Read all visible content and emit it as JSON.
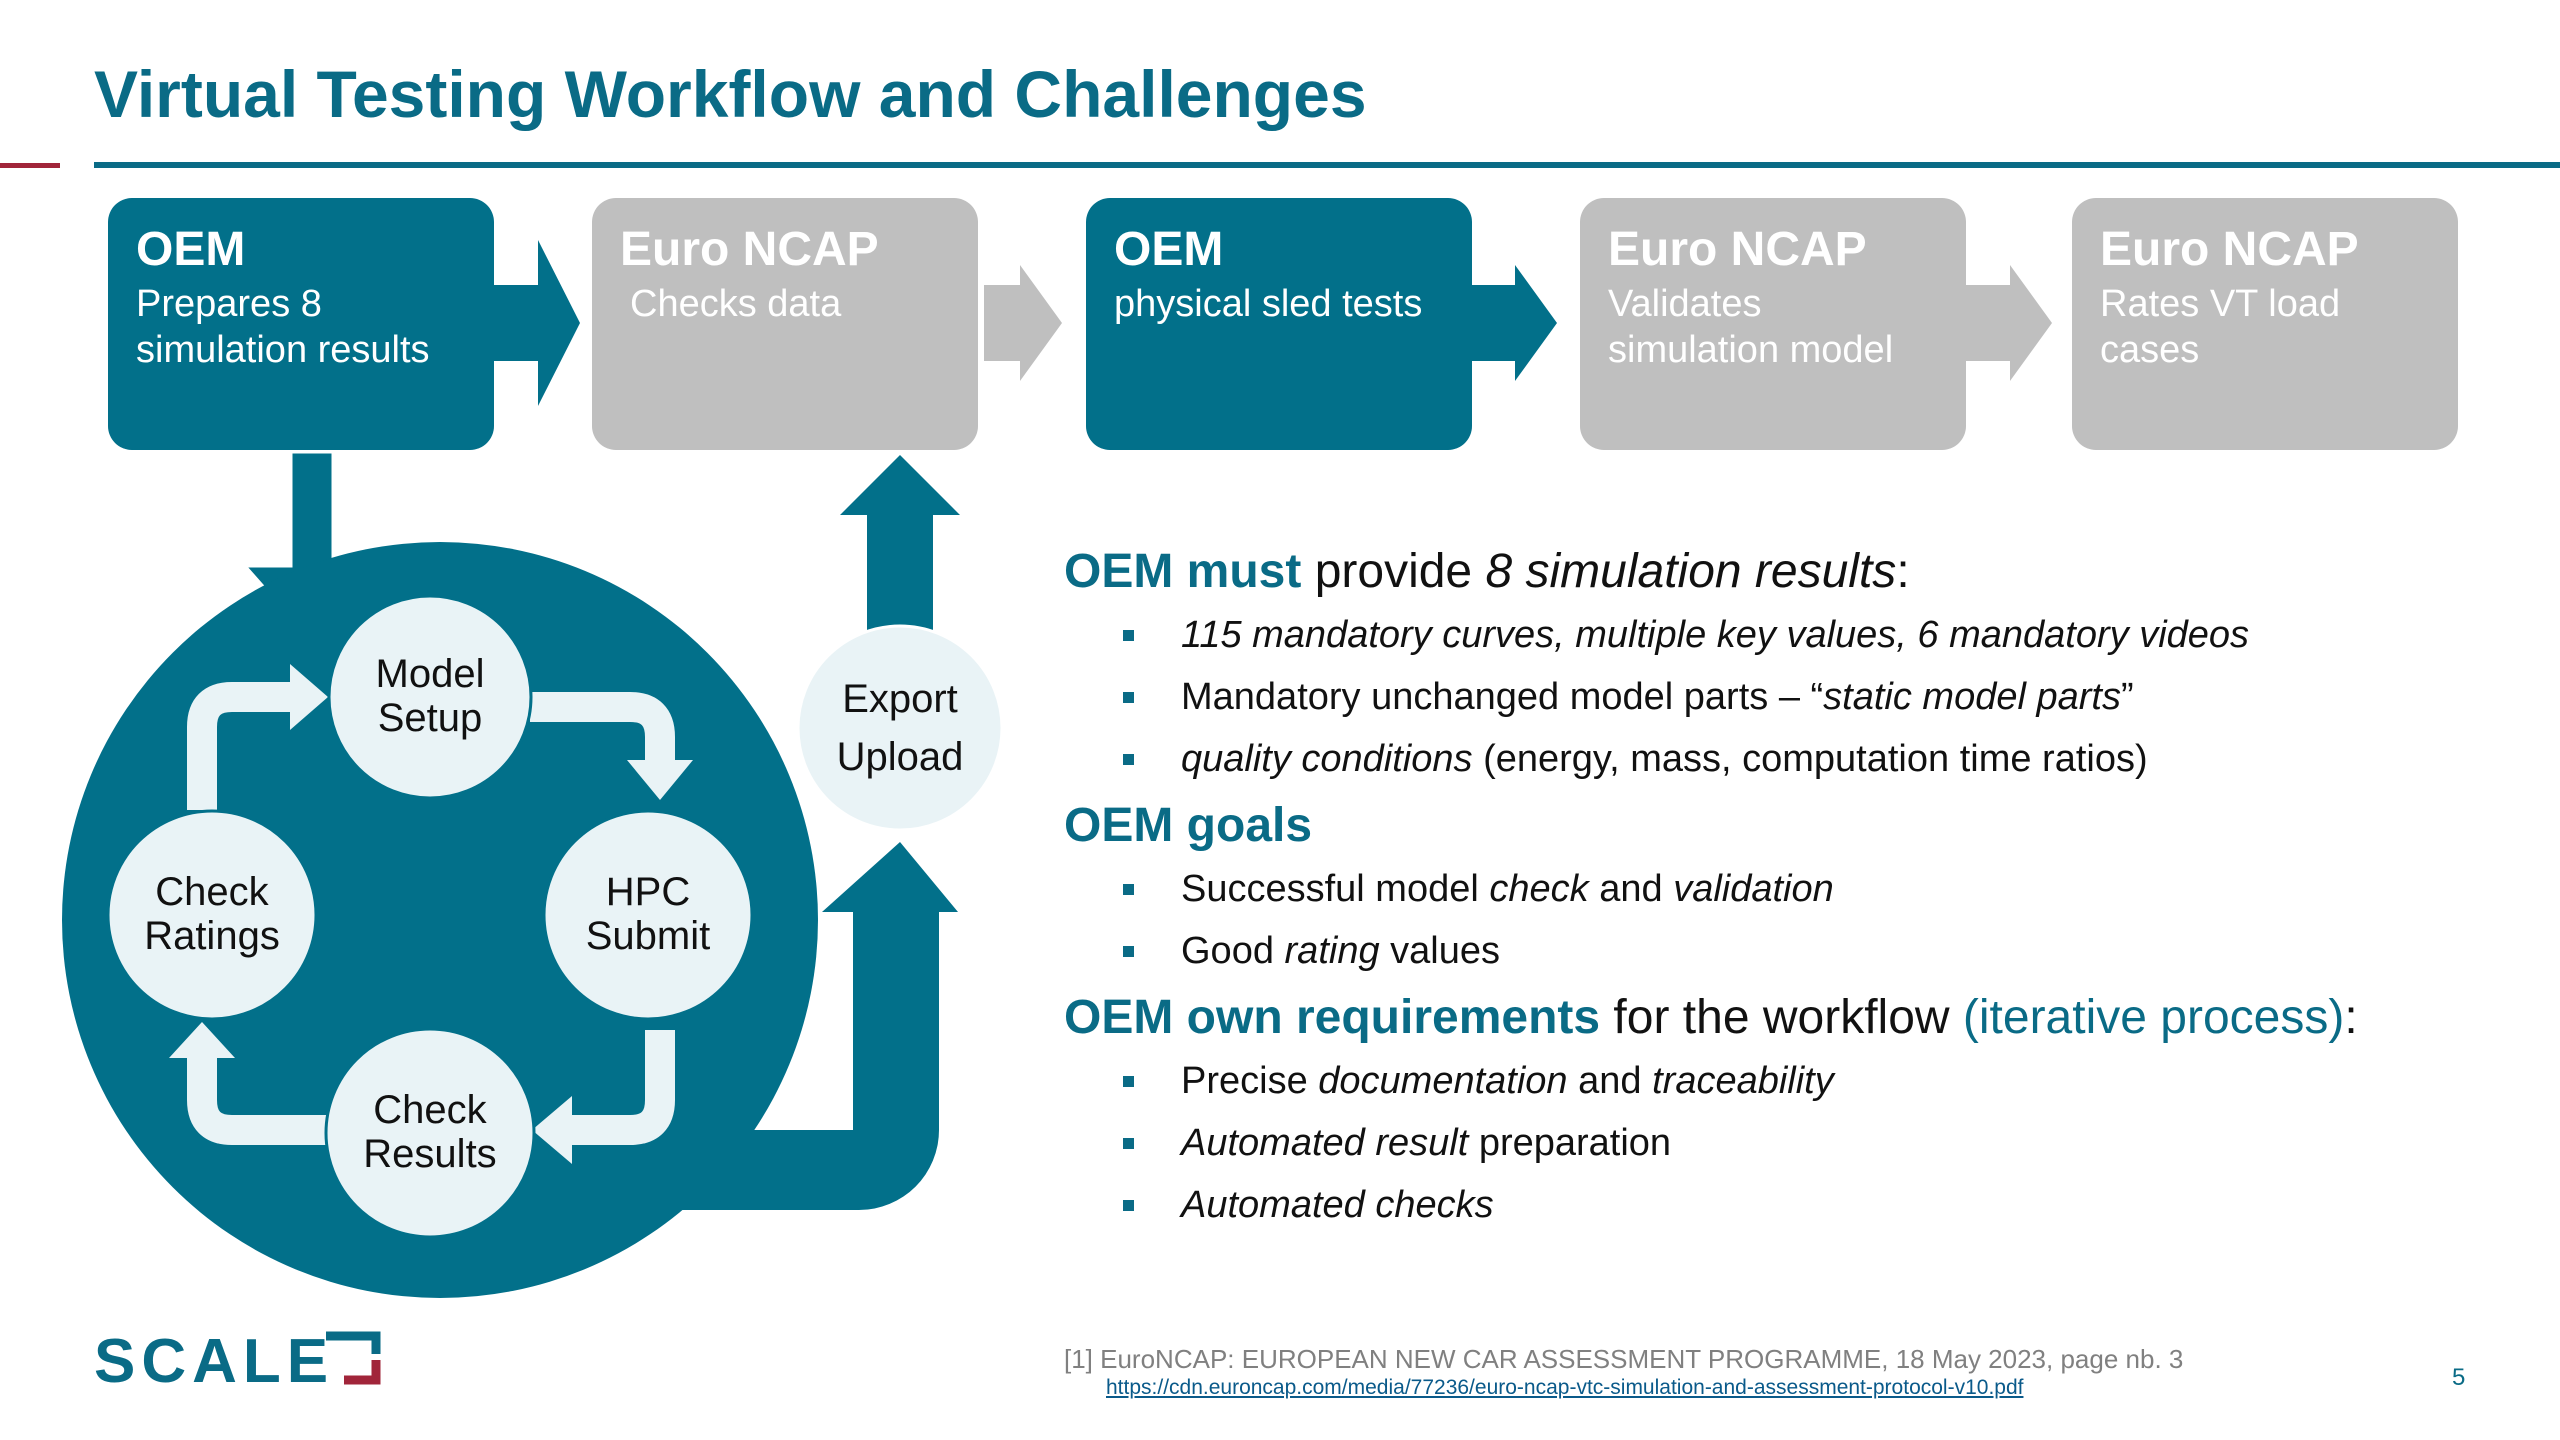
{
  "title": "Virtual Testing Workflow and Challenges",
  "process": [
    {
      "who": "OEM",
      "what": "Prepares 8 simulation results"
    },
    {
      "who": "Euro NCAP",
      "what": "Checks data"
    },
    {
      "who": "OEM",
      "what": "physical sled tests"
    },
    {
      "who": "Euro NCAP",
      "what": "Validates simulation model"
    },
    {
      "who": "Euro NCAP",
      "what": "Rates VT load cases"
    }
  ],
  "cycle": {
    "model_setup": "Model Setup",
    "hpc_submit": "HPC Submit",
    "check_results": "Check Results",
    "check_ratings": "Check Ratings",
    "export": "Export",
    "upload": "Upload"
  },
  "section1": {
    "strong": "OEM must",
    "mid": " provide ",
    "italic": "8 simulation results",
    "end": ":",
    "bullets": {
      "b1": "115 mandatory curves, multiple key values, 6 mandatory videos",
      "b2_a": "Mandatory unchanged model parts – “",
      "b2_i": "static model parts",
      "b2_b": "”",
      "b3_i": "quality conditions",
      "b3_b": " (energy, mass, computation time ratios)"
    }
  },
  "section2": {
    "strong": "OEM goals",
    "bullets": {
      "b1_a": "Successful model ",
      "b1_i1": "check",
      "b1_b": " and ",
      "b1_i2": "validation",
      "b2_a": "Good ",
      "b2_i": "rating",
      "b2_b": " values"
    }
  },
  "section3": {
    "strong": "OEM own requirements",
    "mid": " for the workflow ",
    "teal": "(iterative process)",
    "end": ":",
    "bullets": {
      "b1_a": "Precise ",
      "b1_i1": "documentation",
      "b1_b": " and ",
      "b1_i2": "traceability",
      "b2_i": "Automated result",
      "b2_b": " preparation",
      "b3_i": "Automated checks"
    }
  },
  "footnote": "[1] EuroNCAP: EUROPEAN NEW CAR ASSESSMENT PROGRAMME, 18 May 2023, page nb. 3",
  "footnote_link": "https://cdn.euroncap.com/media/77236/euro-ncap-vtc-simulation-and-assessment-protocol-v10.pdf",
  "page_number": "5",
  "logo_text": "SCALE",
  "colors": {
    "teal": "#02708a",
    "grey": "#bfbfbf",
    "light_circle": "#e9f3f6",
    "red": "#a1253a"
  }
}
